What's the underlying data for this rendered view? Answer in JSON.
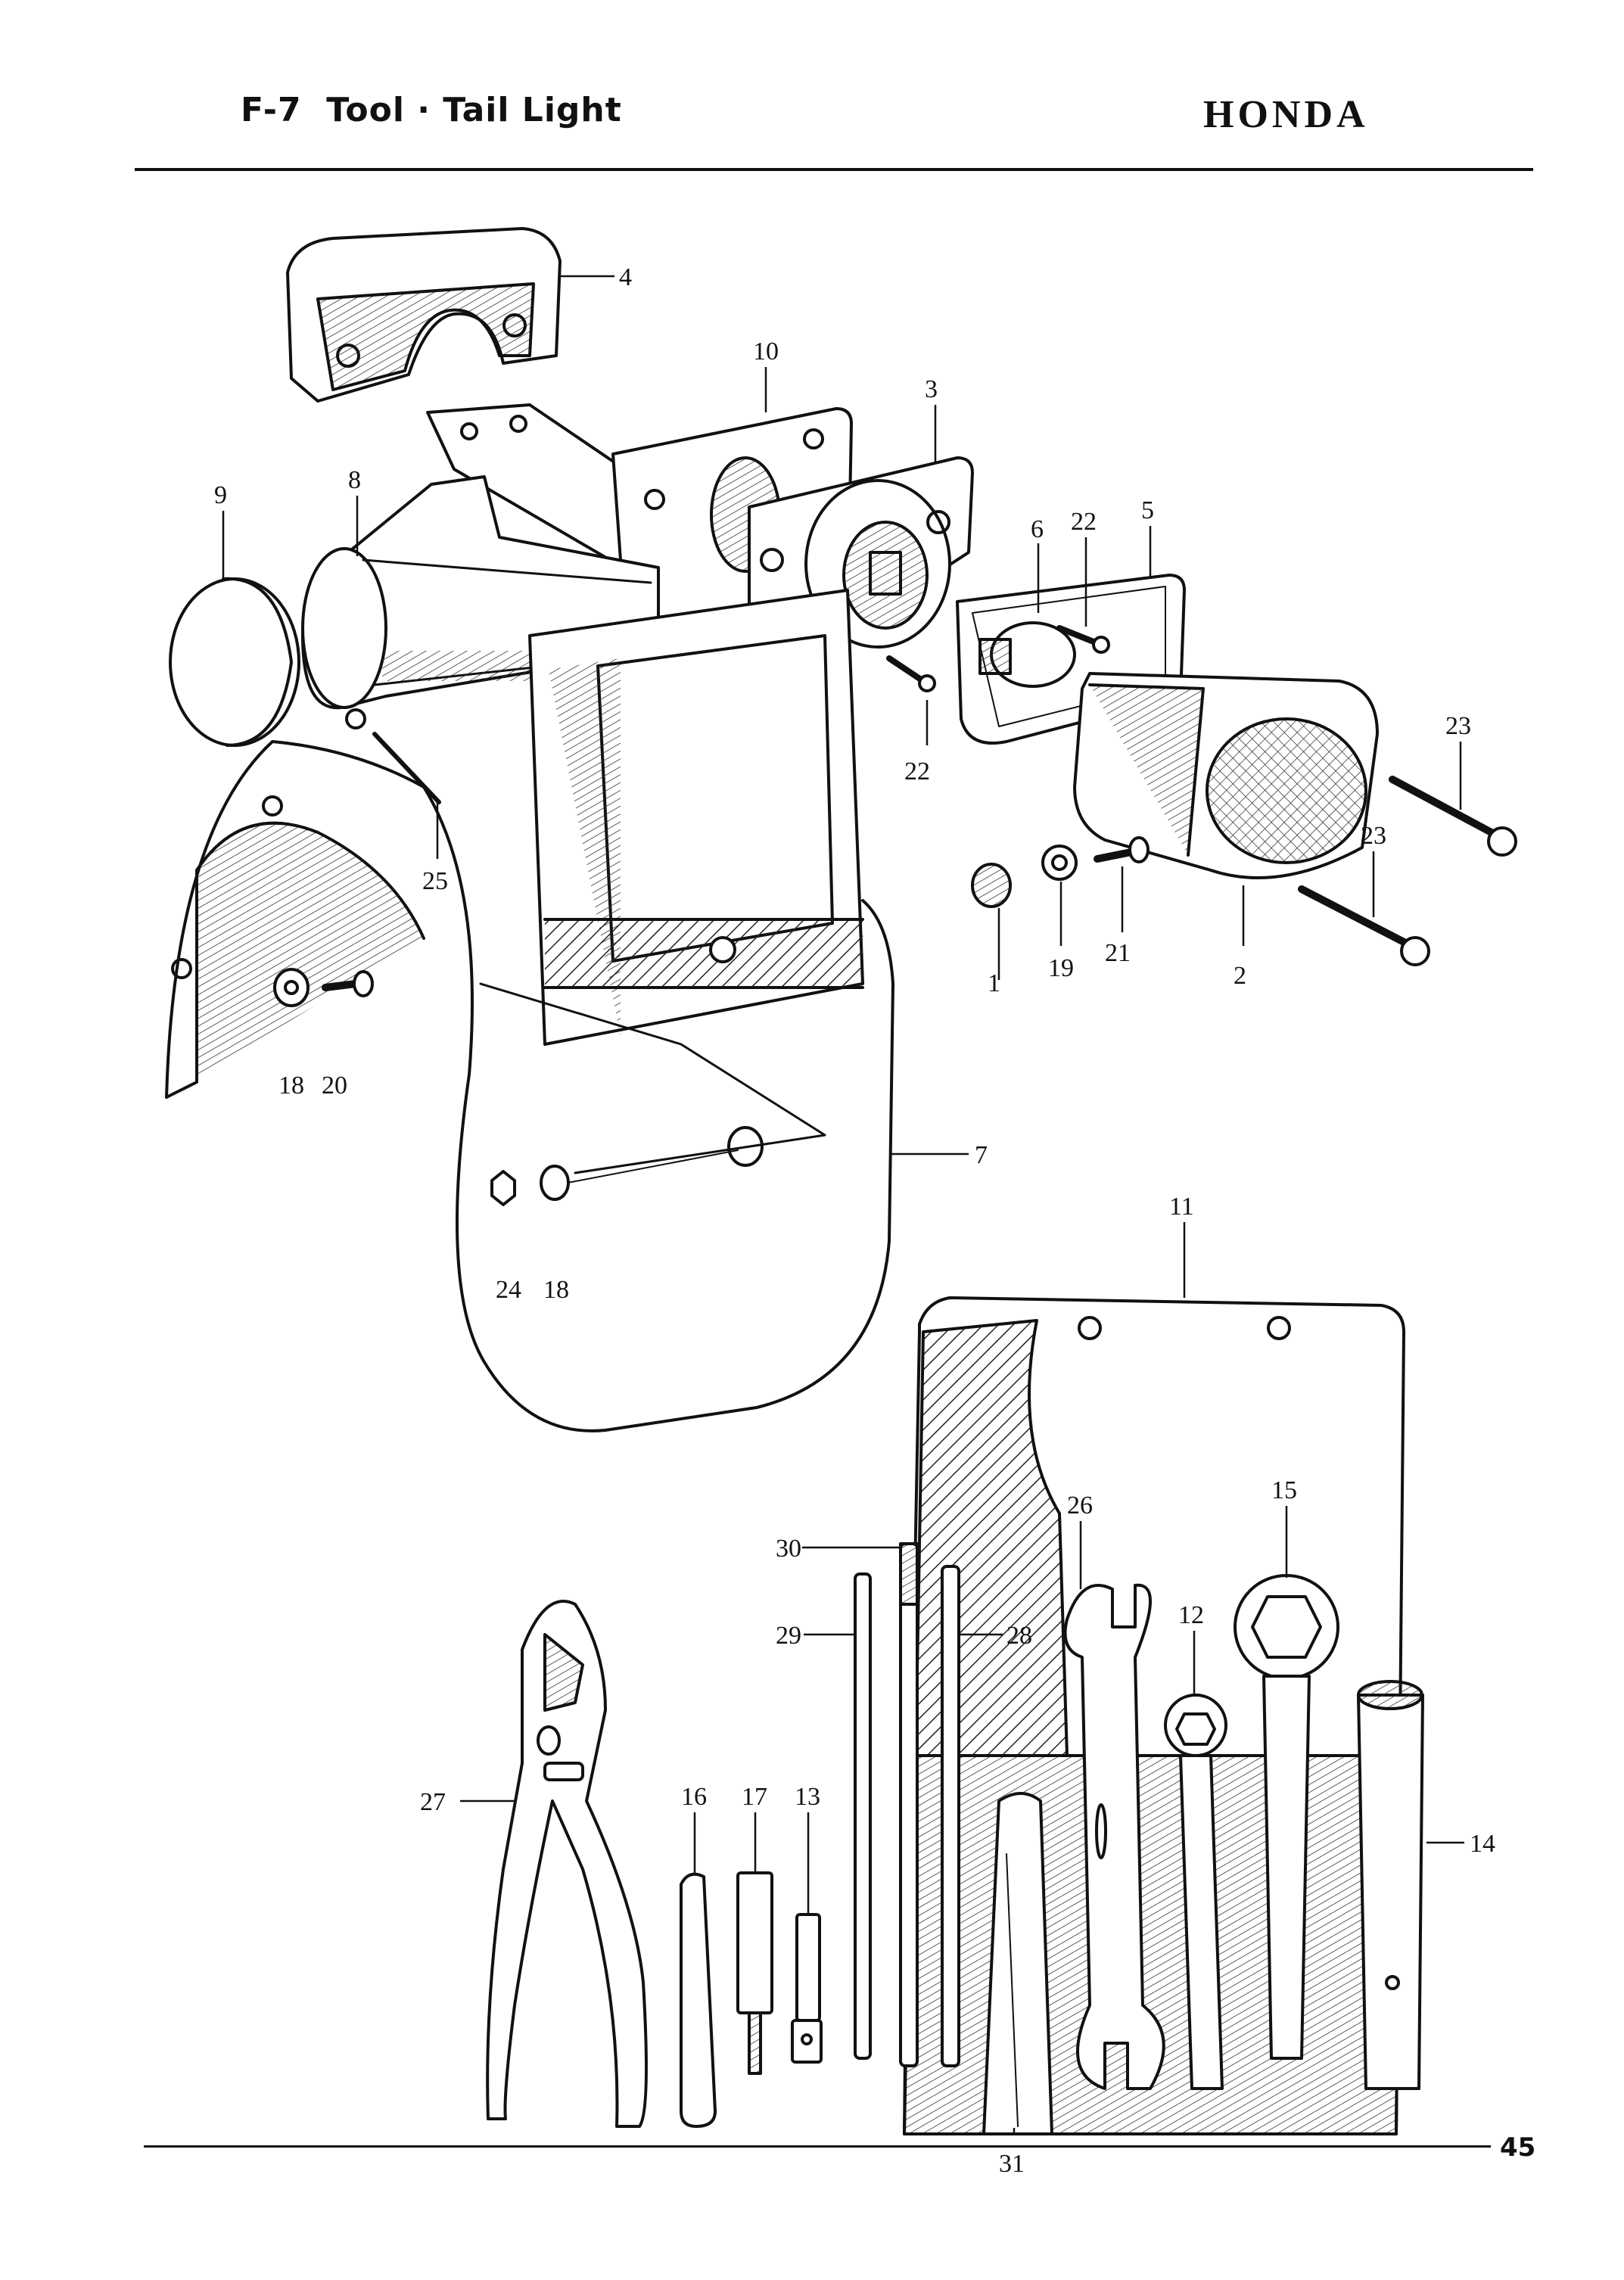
{
  "header": {
    "title": "F-7  Tool · Tail Light",
    "brand": "HONDA"
  },
  "page_number": "45",
  "callouts": [
    {
      "id": "c1",
      "text": "1"
    },
    {
      "id": "c2",
      "text": "2"
    },
    {
      "id": "c3",
      "text": "3"
    },
    {
      "id": "c4",
      "text": "4"
    },
    {
      "id": "c5",
      "text": "5"
    },
    {
      "id": "c6",
      "text": "6"
    },
    {
      "id": "c7",
      "text": "7"
    },
    {
      "id": "c8",
      "text": "8"
    },
    {
      "id": "c9",
      "text": "9"
    },
    {
      "id": "c10",
      "text": "10"
    },
    {
      "id": "c11",
      "text": "11"
    },
    {
      "id": "c12",
      "text": "12"
    },
    {
      "id": "c13",
      "text": "13"
    },
    {
      "id": "c14",
      "text": "14"
    },
    {
      "id": "c15",
      "text": "15"
    },
    {
      "id": "c16",
      "text": "16"
    },
    {
      "id": "c17",
      "text": "17"
    },
    {
      "id": "c18a",
      "text": "18"
    },
    {
      "id": "c18b",
      "text": "18"
    },
    {
      "id": "c19",
      "text": "19"
    },
    {
      "id": "c20",
      "text": "20"
    },
    {
      "id": "c21",
      "text": "21"
    },
    {
      "id": "c22a",
      "text": "22"
    },
    {
      "id": "c22b",
      "text": "22"
    },
    {
      "id": "c23a",
      "text": "23"
    },
    {
      "id": "c23b",
      "text": "23"
    },
    {
      "id": "c24",
      "text": "24"
    },
    {
      "id": "c25",
      "text": "25"
    },
    {
      "id": "c26",
      "text": "26"
    },
    {
      "id": "c27",
      "text": "27"
    },
    {
      "id": "c28",
      "text": "28"
    },
    {
      "id": "c29",
      "text": "29"
    },
    {
      "id": "c30",
      "text": "30"
    },
    {
      "id": "c31",
      "text": "31"
    }
  ]
}
